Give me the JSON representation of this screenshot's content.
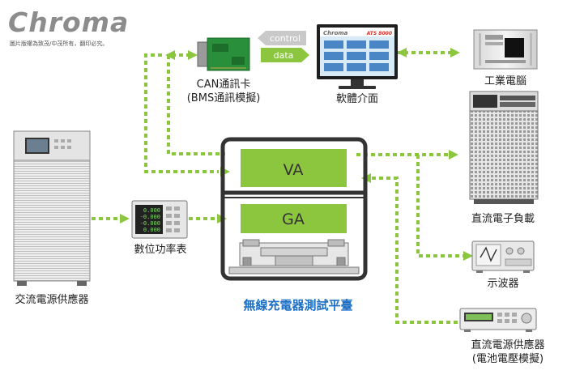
{
  "brand": {
    "logo_text": "Chroma",
    "copyright": "圖片版權為致茂/中茂所有，翻印必究。"
  },
  "labels": {
    "can_card_line1": "CAN通訊卡",
    "can_card_line2": "(BMS通訊模擬)",
    "software": "軟體介面",
    "industrial_pc": "工業電腦",
    "dc_load": "直流電子負載",
    "oscilloscope": "示波器",
    "dc_supply_line1": "直流電源供應器",
    "dc_supply_line2": "(電池電壓模擬)",
    "ac_supply": "交流電源供應器",
    "power_meter": "數位功率表",
    "platform_title": "無線充電器測試平臺"
  },
  "arrows": {
    "control": "control",
    "data": "data"
  },
  "modules": {
    "va": "VA",
    "ga": "GA"
  },
  "screen": {
    "brand": "Chroma",
    "model": "ATS 8000"
  },
  "meter": {
    "readings": [
      "0.000",
      "-0.000",
      "-0.000",
      "0.000"
    ]
  },
  "colors": {
    "accent_green": "#8cc63f",
    "green_box": "#8cc63f",
    "platform_title": "#1d6fc4",
    "frame": "#333333"
  }
}
